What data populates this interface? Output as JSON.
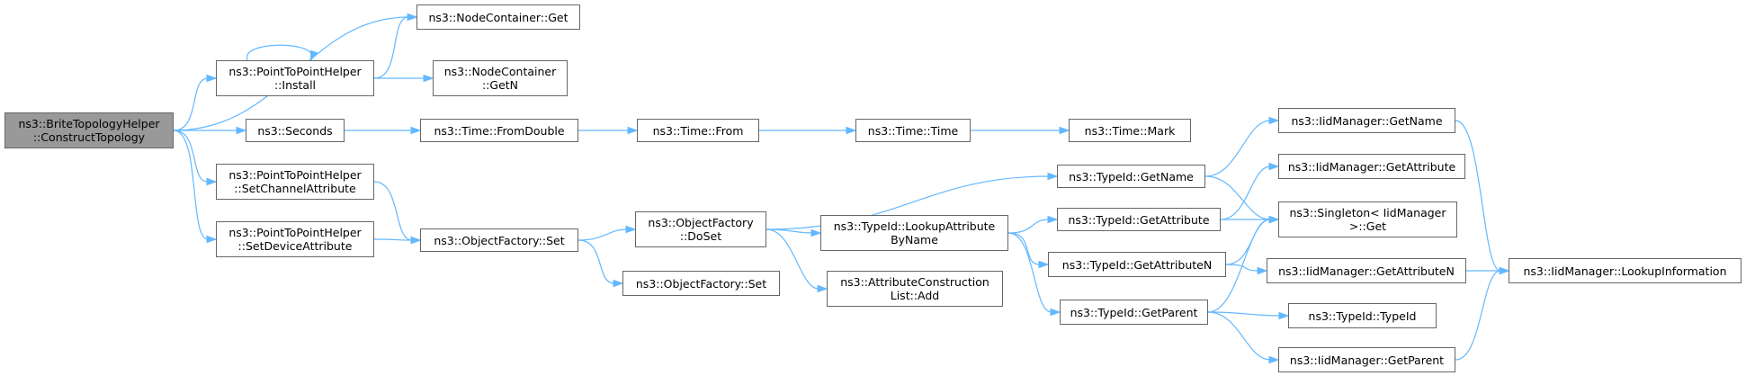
{
  "colors": {
    "edge": "#63b8ff",
    "node_border": "#666666",
    "node_fill": "#ffffff",
    "root_fill": "#999999"
  },
  "nodes": [
    {
      "id": "root",
      "lines": [
        "ns3::BriteTopologyHelper",
        "::ConstructTopology"
      ],
      "root": true
    },
    {
      "id": "nc-get",
      "lines": [
        "ns3::NodeContainer::Get"
      ]
    },
    {
      "id": "p2p-install",
      "lines": [
        "ns3::PointToPointHelper",
        "::Install"
      ]
    },
    {
      "id": "nc-getn",
      "lines": [
        "ns3::NodeContainer",
        "::GetN"
      ]
    },
    {
      "id": "seconds",
      "lines": [
        "ns3::Seconds"
      ]
    },
    {
      "id": "time-fromdouble",
      "lines": [
        "ns3::Time::FromDouble"
      ]
    },
    {
      "id": "time-from",
      "lines": [
        "ns3::Time::From"
      ]
    },
    {
      "id": "time-time",
      "lines": [
        "ns3::Time::Time"
      ]
    },
    {
      "id": "time-mark",
      "lines": [
        "ns3::Time::Mark"
      ]
    },
    {
      "id": "p2p-setchannel",
      "lines": [
        "ns3::PointToPointHelper",
        "::SetChannelAttribute"
      ]
    },
    {
      "id": "p2p-setdevice",
      "lines": [
        "ns3::PointToPointHelper",
        "::SetDeviceAttribute"
      ]
    },
    {
      "id": "of-set",
      "lines": [
        "ns3::ObjectFactory::Set"
      ]
    },
    {
      "id": "of-doset",
      "lines": [
        "ns3::ObjectFactory",
        "::DoSet"
      ]
    },
    {
      "id": "of-set2",
      "lines": [
        "ns3::ObjectFactory::Set"
      ]
    },
    {
      "id": "tid-lookup",
      "lines": [
        "ns3::TypeId::LookupAttribute",
        "ByName"
      ]
    },
    {
      "id": "acl-add",
      "lines": [
        "ns3::AttributeConstruction",
        "List::Add"
      ]
    },
    {
      "id": "tid-getname",
      "lines": [
        "ns3::TypeId::GetName"
      ]
    },
    {
      "id": "tid-getattr",
      "lines": [
        "ns3::TypeId::GetAttribute"
      ]
    },
    {
      "id": "tid-getattrn",
      "lines": [
        "ns3::TypeId::GetAttributeN"
      ]
    },
    {
      "id": "tid-getparent",
      "lines": [
        "ns3::TypeId::GetParent"
      ]
    },
    {
      "id": "iid-getname",
      "lines": [
        "ns3::IidManager::GetName"
      ]
    },
    {
      "id": "iid-getattr",
      "lines": [
        "ns3::IidManager::GetAttribute"
      ]
    },
    {
      "id": "singleton-get",
      "lines": [
        "ns3::Singleton< IidManager",
        " >::Get"
      ]
    },
    {
      "id": "iid-getattrn",
      "lines": [
        "ns3::IidManager::GetAttributeN"
      ]
    },
    {
      "id": "iid-lookup",
      "lines": [
        "ns3::IidManager::LookupInformation"
      ]
    },
    {
      "id": "tid-typeid",
      "lines": [
        "ns3::TypeId::TypeId"
      ]
    },
    {
      "id": "iid-getparent",
      "lines": [
        "ns3::IidManager::GetParent"
      ]
    }
  ],
  "edges": [
    {
      "from": "root",
      "to": "nc-get"
    },
    {
      "from": "root",
      "to": "p2p-install"
    },
    {
      "from": "root",
      "to": "seconds"
    },
    {
      "from": "root",
      "to": "p2p-setchannel"
    },
    {
      "from": "root",
      "to": "p2p-setdevice"
    },
    {
      "from": "p2p-install",
      "to": "p2p-install"
    },
    {
      "from": "p2p-install",
      "to": "nc-get"
    },
    {
      "from": "p2p-install",
      "to": "nc-getn"
    },
    {
      "from": "seconds",
      "to": "time-fromdouble"
    },
    {
      "from": "time-fromdouble",
      "to": "time-from"
    },
    {
      "from": "time-from",
      "to": "time-time"
    },
    {
      "from": "time-time",
      "to": "time-mark"
    },
    {
      "from": "p2p-setchannel",
      "to": "of-set"
    },
    {
      "from": "p2p-setdevice",
      "to": "of-set"
    },
    {
      "from": "of-set",
      "to": "of-doset"
    },
    {
      "from": "of-set",
      "to": "of-set2"
    },
    {
      "from": "of-doset",
      "to": "tid-getname"
    },
    {
      "from": "of-doset",
      "to": "tid-lookup"
    },
    {
      "from": "of-doset",
      "to": "acl-add"
    },
    {
      "from": "tid-lookup",
      "to": "tid-getattr"
    },
    {
      "from": "tid-lookup",
      "to": "tid-getattrn"
    },
    {
      "from": "tid-lookup",
      "to": "tid-getparent"
    },
    {
      "from": "tid-getname",
      "to": "iid-getname"
    },
    {
      "from": "tid-getname",
      "to": "singleton-get"
    },
    {
      "from": "tid-getattr",
      "to": "iid-getattr"
    },
    {
      "from": "tid-getattr",
      "to": "singleton-get"
    },
    {
      "from": "tid-getattrn",
      "to": "singleton-get"
    },
    {
      "from": "tid-getattrn",
      "to": "iid-getattrn"
    },
    {
      "from": "tid-getparent",
      "to": "singleton-get"
    },
    {
      "from": "tid-getparent",
      "to": "tid-typeid"
    },
    {
      "from": "tid-getparent",
      "to": "iid-getparent"
    },
    {
      "from": "iid-getname",
      "to": "iid-lookup"
    },
    {
      "from": "iid-getattrn",
      "to": "iid-lookup"
    },
    {
      "from": "iid-getparent",
      "to": "iid-lookup"
    }
  ]
}
